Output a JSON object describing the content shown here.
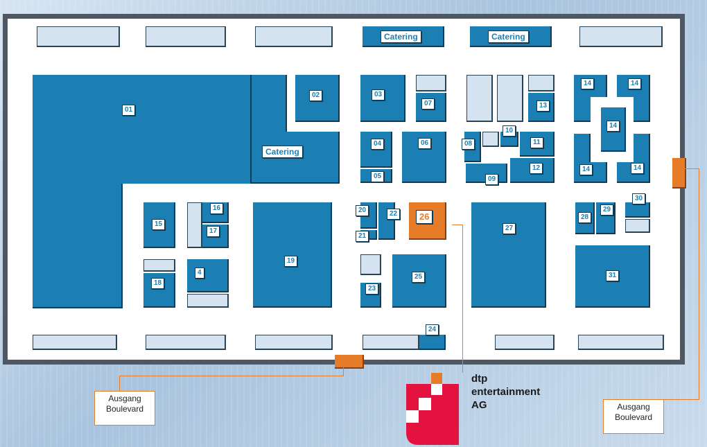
{
  "booths": {
    "b01": "01",
    "b02": "02",
    "b03": "03",
    "b04": "04",
    "b05": "05",
    "b06": "06",
    "b07": "07",
    "b08": "08",
    "b09": "09",
    "b10": "10",
    "b11": "11",
    "b12": "12",
    "b13": "13",
    "b14a": "14",
    "b14b": "14",
    "b14c": "14",
    "b14d": "14",
    "b14e": "14",
    "b15": "15",
    "b16": "16",
    "b17": "17",
    "b18": "18",
    "b4": "4",
    "b19": "19",
    "b20": "20",
    "b21": "21",
    "b22": "22",
    "b23": "23",
    "b24": "24",
    "b25": "25",
    "b26": "26",
    "b27": "27",
    "b28": "28",
    "b29": "29",
    "b30": "30",
    "b31": "31"
  },
  "catering": [
    "Catering",
    "Catering",
    "Catering"
  ],
  "exits": {
    "left": {
      "line1": "Ausgang",
      "line2": "Boulevard"
    },
    "right": {
      "line1": "Ausgang",
      "line2": "Boulevard"
    }
  },
  "logo": {
    "line1": "dtp",
    "line2": "entertainment",
    "line3": "AG"
  },
  "colors": {
    "booth": "#1b7fb4",
    "highlight": "#e67b28",
    "logo": "#e3123f"
  }
}
